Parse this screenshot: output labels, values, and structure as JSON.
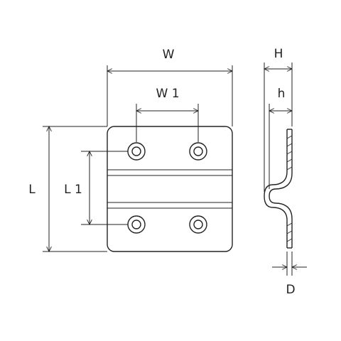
{
  "labels": {
    "W": "W",
    "W1": "W 1",
    "L": "L",
    "L1": "L 1",
    "H": "H",
    "h": "h",
    "D": "D"
  },
  "colors": {
    "stroke": "#222222",
    "background": "#ffffff"
  }
}
